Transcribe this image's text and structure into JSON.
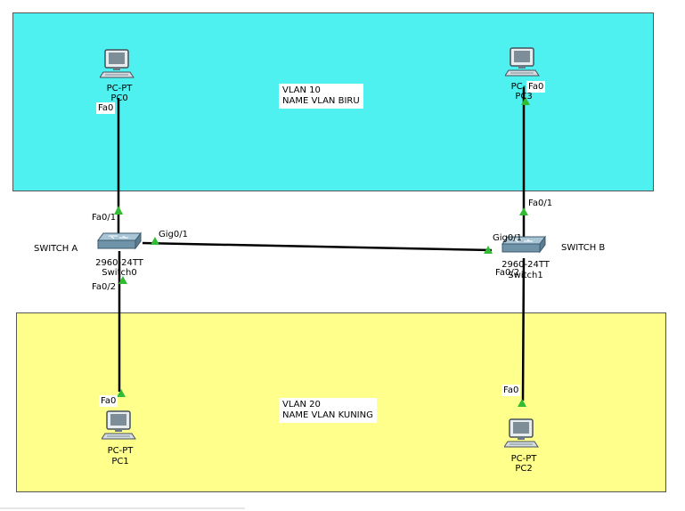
{
  "zones": {
    "top": {
      "note_line1": "VLAN 10",
      "note_line2": "NAME VLAN BIRU",
      "color": "#4ff0f0"
    },
    "bottom": {
      "note_line1": "VLAN 20",
      "note_line2": "NAME VLAN KUNING",
      "color": "#ffff8c"
    }
  },
  "devices": {
    "pc0": {
      "type": "PC-PT",
      "name": "PC0"
    },
    "pc3": {
      "type": "PC-PT",
      "name": "PC3"
    },
    "pc1": {
      "type": "PC-PT",
      "name": "PC1"
    },
    "pc2": {
      "type": "PC-PT",
      "name": "PC2"
    },
    "switch0": {
      "model": "2960-24TT",
      "name": "Switch0",
      "label": "SWITCH A"
    },
    "switch1": {
      "model": "2960-24TT",
      "name": "Switch1",
      "label": "SWITCH B"
    }
  },
  "ports": {
    "pc0_fa0": "Fa0",
    "pc3_fa0": "Fa0",
    "pc1_fa0": "Fa0",
    "pc2_fa0": "Fa0",
    "sw0_fa01": "Fa0/1",
    "sw0_fa02": "Fa0/2",
    "sw0_gig01": "Gig0/1",
    "sw1_fa01": "Fa0/1",
    "sw1_fa02": "Fa0/2",
    "sw1_gig01": "Gig0/1"
  },
  "colors": {
    "link": "#000000",
    "link_up": "#33bb33"
  }
}
